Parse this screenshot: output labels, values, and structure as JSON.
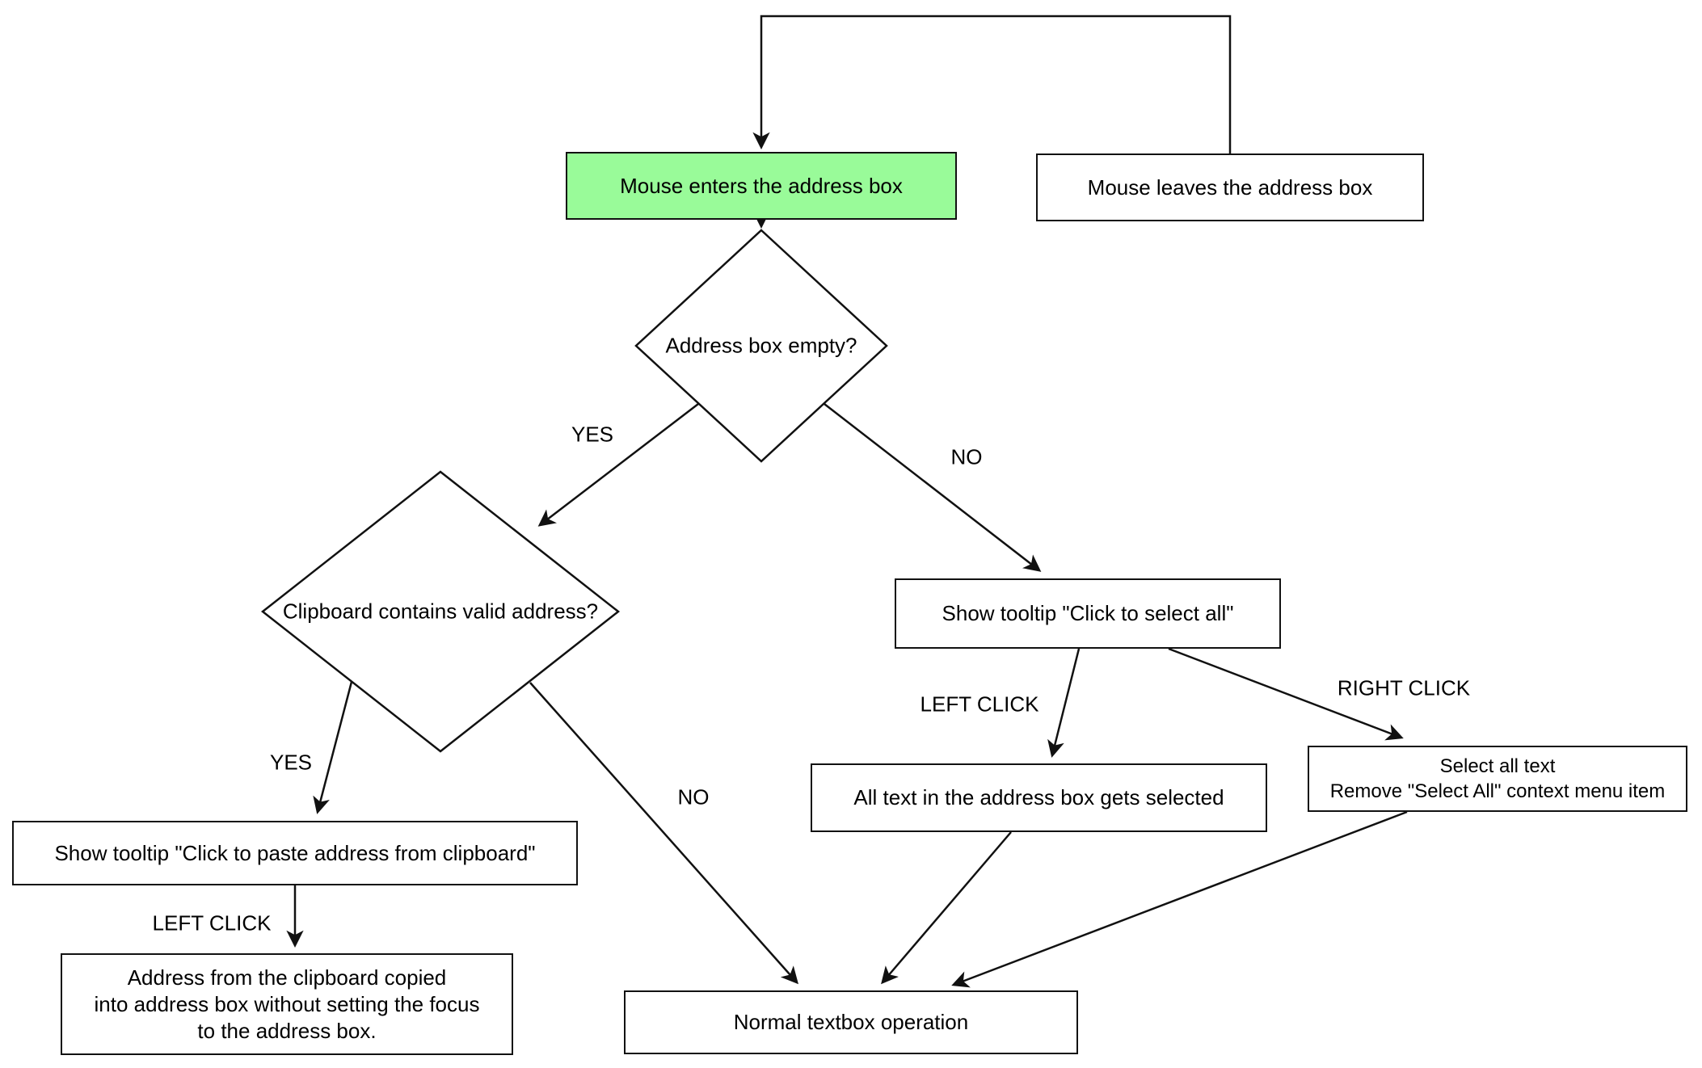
{
  "colors": {
    "background": "#ffffff",
    "node_fill": "#ffffff",
    "highlight_fill": "#99fb99",
    "stroke": "#111111"
  },
  "nodes": {
    "mouse_enters": {
      "label": "Mouse enters the address box"
    },
    "mouse_leaves": {
      "label": "Mouse leaves the address box"
    },
    "address_box_empty": {
      "label": "Address box empty?"
    },
    "clipboard_valid": {
      "label": "Clipboard contains valid address?"
    },
    "tooltip_select_all": {
      "label": "Show tooltip \"Click to select all\""
    },
    "all_text_selected": {
      "label": "All text in the address box gets selected"
    },
    "select_all_remove": {
      "lines": [
        "Select all text",
        "Remove \"Select All\" context menu item"
      ]
    },
    "tooltip_paste": {
      "label": "Show tooltip \"Click to paste address from clipboard\""
    },
    "address_copied": {
      "lines": [
        "Address from the clipboard copied",
        "into address box without setting the focus",
        "to the address box."
      ]
    },
    "normal_operation": {
      "label": "Normal textbox operation"
    }
  },
  "edge_labels": {
    "yes_empty": "YES",
    "no_empty": "NO",
    "yes_clipboard": "YES",
    "no_clipboard": "NO",
    "left_click_paste": "LEFT CLICK",
    "left_click_select": "LEFT CLICK",
    "right_click_select": "RIGHT CLICK"
  },
  "edges": [
    {
      "from": "mouse_leaves",
      "to": "mouse_enters",
      "label": ""
    },
    {
      "from": "mouse_enters",
      "to": "address_box_empty",
      "label": ""
    },
    {
      "from": "address_box_empty",
      "to": "clipboard_valid",
      "label": "YES"
    },
    {
      "from": "address_box_empty",
      "to": "tooltip_select_all",
      "label": "NO"
    },
    {
      "from": "clipboard_valid",
      "to": "tooltip_paste",
      "label": "YES"
    },
    {
      "from": "clipboard_valid",
      "to": "normal_operation",
      "label": "NO"
    },
    {
      "from": "tooltip_paste",
      "to": "address_copied",
      "label": "LEFT CLICK"
    },
    {
      "from": "tooltip_select_all",
      "to": "all_text_selected",
      "label": "LEFT CLICK"
    },
    {
      "from": "tooltip_select_all",
      "to": "select_all_remove",
      "label": "RIGHT CLICK"
    },
    {
      "from": "all_text_selected",
      "to": "normal_operation",
      "label": ""
    },
    {
      "from": "select_all_remove",
      "to": "normal_operation",
      "label": ""
    }
  ]
}
